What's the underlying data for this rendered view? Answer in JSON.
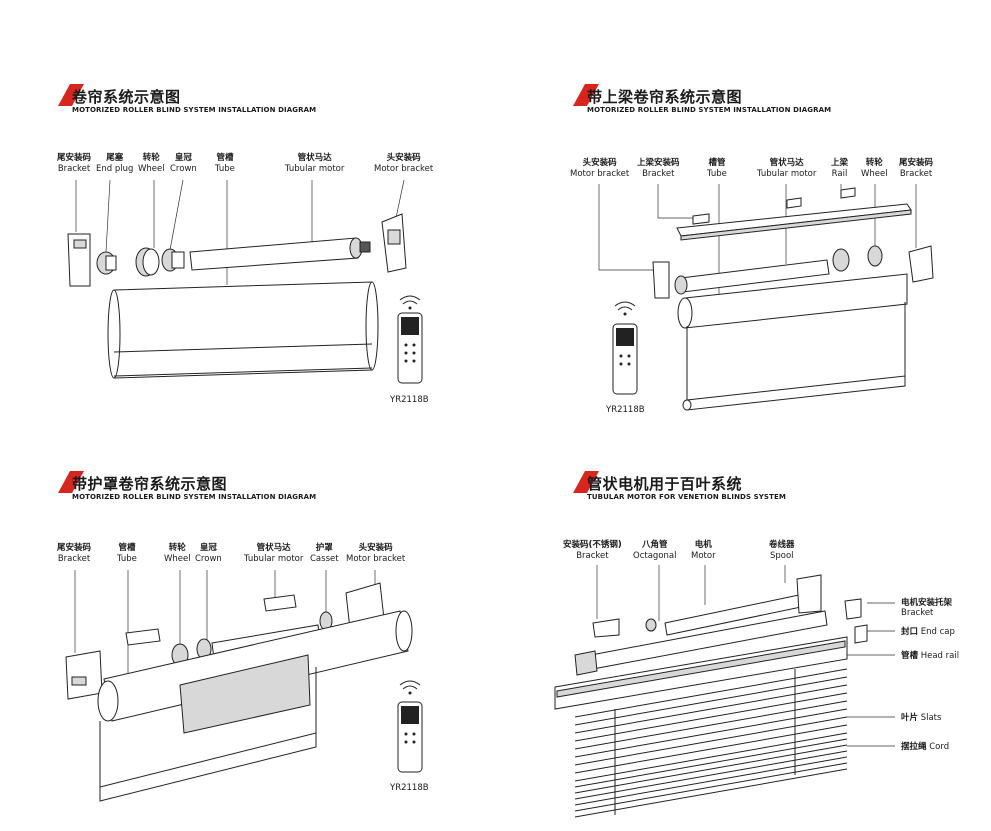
{
  "colors": {
    "accent": "#d7261e",
    "ink": "#1a1a1a"
  },
  "panels": [
    {
      "title_zh": "卷帘系统示意图",
      "title_en": "MOTORIZED ROLLER BLIND SYSTEM INSTALLATION DIAGRAM",
      "labels": [
        {
          "zh": "尾安装码",
          "en": "Bracket"
        },
        {
          "zh": "尾塞",
          "en": "End plug"
        },
        {
          "zh": "转轮",
          "en": "Wheel"
        },
        {
          "zh": "皇冠",
          "en": "Crown"
        },
        {
          "zh": "管槽",
          "en": "Tube"
        },
        {
          "zh": "管状马达",
          "en": "Tubular motor"
        },
        {
          "zh": "头安装码",
          "en": "Motor bracket"
        }
      ],
      "remote_model": "YR2118B"
    },
    {
      "title_zh": "带上梁卷帘系统示意图",
      "title_en": "MOTORIZED ROLLER BLIND SYSTEM INSTALLATION DIAGRAM",
      "labels": [
        {
          "zh": "头安装码",
          "en": "Motor bracket"
        },
        {
          "zh": "上梁安装码",
          "en": "Bracket"
        },
        {
          "zh": "槽管",
          "en": "Tube"
        },
        {
          "zh": "管状马达",
          "en": "Tubular motor"
        },
        {
          "zh": "上梁",
          "en": "Rail"
        },
        {
          "zh": "转轮",
          "en": "Wheel"
        },
        {
          "zh": "尾安装码",
          "en": "Bracket"
        }
      ],
      "remote_model": "YR2118B"
    },
    {
      "title_zh": "带护罩卷帘系统示意图",
      "title_en": "MOTORIZED ROLLER BLIND SYSTEM INSTALLATION DIAGRAM",
      "labels": [
        {
          "zh": "尾安装码",
          "en": "Bracket"
        },
        {
          "zh": "管槽",
          "en": "Tube"
        },
        {
          "zh": "转轮",
          "en": "Wheel"
        },
        {
          "zh": "皇冠",
          "en": "Crown"
        },
        {
          "zh": "管状马达",
          "en": "Tubular motor"
        },
        {
          "zh": "护罩",
          "en": "Casset"
        },
        {
          "zh": "头安装码",
          "en": "Motor bracket"
        }
      ],
      "remote_model": "YR2118B"
    },
    {
      "title_zh": "管状电机用于百叶系统",
      "title_en": "TUBULAR MOTOR FOR  VENETION BLINDS SYSTEM",
      "labels": [
        {
          "zh": "安装码(不锈钢)",
          "en": "Bracket"
        },
        {
          "zh": "八角管",
          "en": "Octagonal"
        },
        {
          "zh": "电机",
          "en": "Motor"
        },
        {
          "zh": "卷线器",
          "en": "Spool"
        }
      ],
      "right_labels": [
        {
          "zh": "电机安装托架",
          "en": "Bracket"
        },
        {
          "zh": "封口",
          "en": "End cap"
        },
        {
          "zh": "管槽",
          "en": "Head rail"
        },
        {
          "zh": "叶片",
          "en": "Slats"
        },
        {
          "zh": "摆拉绳",
          "en": "Cord"
        }
      ]
    }
  ]
}
